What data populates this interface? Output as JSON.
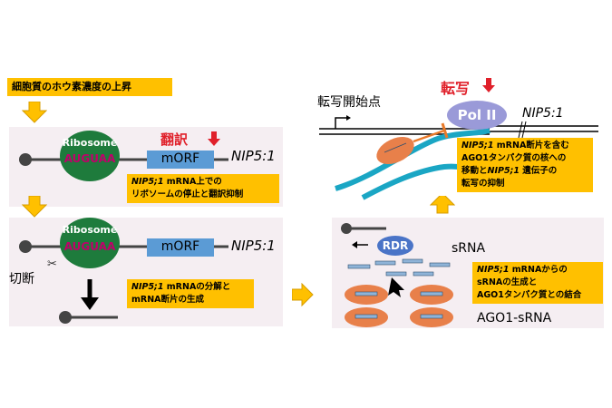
{
  "trigger": "細胞質のホウ素濃度の上昇",
  "panel1": {
    "ribosome": "Ribosome",
    "codon": "AUGUAA",
    "orf": "mORF",
    "gene": "NIP5:1",
    "effect": "翻訳",
    "note_italic": "NIP5;1",
    "note_line1": " mRNA上での",
    "note_line2": "リボソームの停止と翻訳抑制"
  },
  "panel2": {
    "ribosome": "Ribosome",
    "codon": "AUGUAA",
    "orf": "mORF",
    "gene": "NIP5:1",
    "cut_label": "切断",
    "note_italic": "NIP5;1",
    "note_line1": " mRNAの分解と",
    "note_line2": "mRNA断片の生成"
  },
  "panel3": {
    "rdr": "RDR",
    "srna": "sRNA",
    "ago": "AGO1-sRNA",
    "note_italic": "NIP5;1",
    "note_line1": " mRNAからの",
    "note_line2": "sRNAの生成と",
    "note_line3": "AGO1タンパク質との結合"
  },
  "panel4": {
    "tss": "転写開始点",
    "effect": "転写",
    "polymerase": "Pol II",
    "gene": "NIP5:1",
    "note_italic1": "NIP5;1",
    "note_line1": " mRNA断片を含む",
    "note_line2": "AGO1タンパク質の核への",
    "note_line3a": "移動と",
    "note_italic2": "NIP5;1",
    "note_line3b": " 遺伝子の",
    "note_line4": "転写の抑制"
  },
  "colors": {
    "accent_yellow": "#ffc000",
    "panel_bg": "#f5eef2",
    "orf_blue": "#5b9bd5",
    "ribosome_green": "#1e7b3c",
    "ago_orange": "#e8804a",
    "polii_purple": "#9a9ad8",
    "arrow_red": "#e0202a"
  }
}
